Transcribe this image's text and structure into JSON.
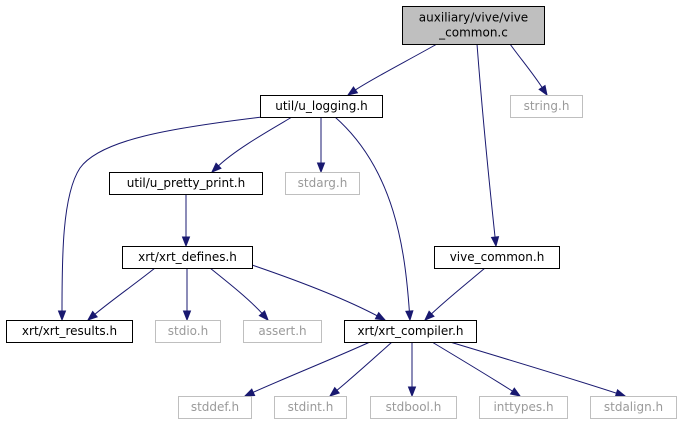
{
  "nodes": [
    {
      "id": "root",
      "lines": [
        "auxiliary/vive/vive",
        "_common.c"
      ],
      "kind": "root"
    },
    {
      "id": "u_logging",
      "lines": [
        "util/u_logging.h"
      ],
      "kind": "normal"
    },
    {
      "id": "string",
      "lines": [
        "string.h"
      ],
      "kind": "external"
    },
    {
      "id": "u_pretty_print",
      "lines": [
        "util/u_pretty_print.h"
      ],
      "kind": "normal"
    },
    {
      "id": "stdarg",
      "lines": [
        "stdarg.h"
      ],
      "kind": "external"
    },
    {
      "id": "xrt_defines",
      "lines": [
        "xrt/xrt_defines.h"
      ],
      "kind": "normal"
    },
    {
      "id": "vive_common",
      "lines": [
        "vive_common.h"
      ],
      "kind": "normal"
    },
    {
      "id": "xrt_results",
      "lines": [
        "xrt/xrt_results.h"
      ],
      "kind": "normal"
    },
    {
      "id": "stdio",
      "lines": [
        "stdio.h"
      ],
      "kind": "external"
    },
    {
      "id": "assert",
      "lines": [
        "assert.h"
      ],
      "kind": "external"
    },
    {
      "id": "xrt_compiler",
      "lines": [
        "xrt/xrt_compiler.h"
      ],
      "kind": "normal"
    },
    {
      "id": "stddef",
      "lines": [
        "stddef.h"
      ],
      "kind": "external"
    },
    {
      "id": "stdint",
      "lines": [
        "stdint.h"
      ],
      "kind": "external"
    },
    {
      "id": "stdbool",
      "lines": [
        "stdbool.h"
      ],
      "kind": "external"
    },
    {
      "id": "inttypes",
      "lines": [
        "inttypes.h"
      ],
      "kind": "external"
    },
    {
      "id": "stdalign",
      "lines": [
        "stdalign.h"
      ],
      "kind": "external"
    }
  ],
  "edges": [
    {
      "from": "root",
      "to": "u_logging"
    },
    {
      "from": "root",
      "to": "string"
    },
    {
      "from": "root",
      "to": "vive_common"
    },
    {
      "from": "u_logging",
      "to": "u_pretty_print"
    },
    {
      "from": "u_logging",
      "to": "stdarg"
    },
    {
      "from": "u_logging",
      "to": "xrt_results"
    },
    {
      "from": "u_logging",
      "to": "xrt_compiler"
    },
    {
      "from": "u_pretty_print",
      "to": "xrt_defines"
    },
    {
      "from": "xrt_defines",
      "to": "xrt_results"
    },
    {
      "from": "xrt_defines",
      "to": "stdio"
    },
    {
      "from": "xrt_defines",
      "to": "assert"
    },
    {
      "from": "xrt_defines",
      "to": "xrt_compiler"
    },
    {
      "from": "vive_common",
      "to": "xrt_compiler"
    },
    {
      "from": "xrt_compiler",
      "to": "stddef"
    },
    {
      "from": "xrt_compiler",
      "to": "stdint"
    },
    {
      "from": "xrt_compiler",
      "to": "stdbool"
    },
    {
      "from": "xrt_compiler",
      "to": "inttypes"
    },
    {
      "from": "xrt_compiler",
      "to": "stdalign"
    }
  ],
  "colors": {
    "edge": "#191970",
    "root_fill": "#bfbfbf",
    "external_border": "#bfbfbf",
    "external_text": "#9a9a9a"
  }
}
